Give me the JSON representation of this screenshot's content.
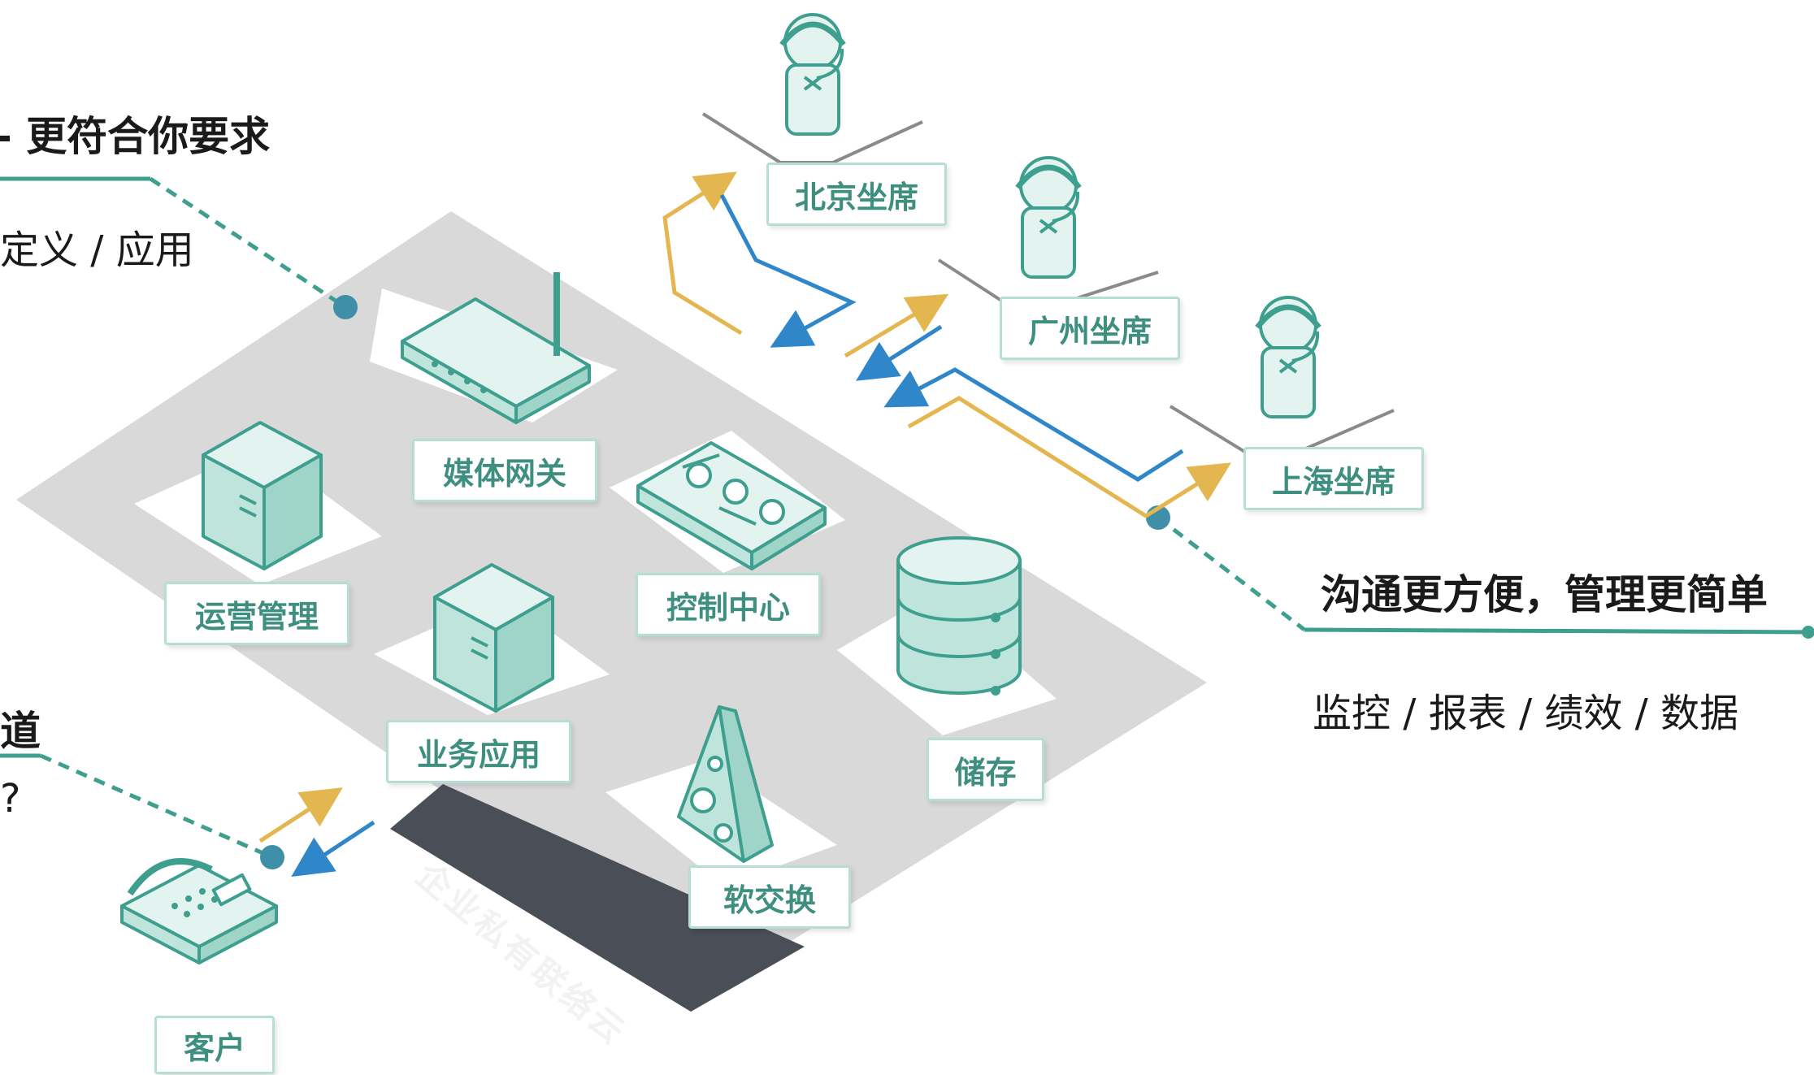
{
  "left_top": {
    "heading": "- 更符合你要求",
    "subtext": "定义 / 应用"
  },
  "left_bottom": {
    "heading": "道",
    "subtext": "?"
  },
  "right": {
    "heading": "沟通更方便，管理更简单",
    "subtext": "监控 / 报表 / 绩效 / 数据"
  },
  "cloud": {
    "label": "企业私有联络云"
  },
  "nodes": {
    "media_gateway": "媒体网关",
    "operations": "运营管理",
    "control_center": "控制中心",
    "business_app": "业务应用",
    "storage": "储存",
    "softswitch": "软交换",
    "customer": "客户"
  },
  "agents": {
    "beijing": "北京坐席",
    "guangzhou": "广州坐席",
    "shanghai": "上海坐席"
  },
  "colors": {
    "accent_teal": "#3f9f8f",
    "connector_blue": "#2f86c8",
    "connector_gold": "#e3b64f",
    "platform_gray": "#d9d9d9",
    "cloud_tag_dark": "#4a4e57"
  }
}
